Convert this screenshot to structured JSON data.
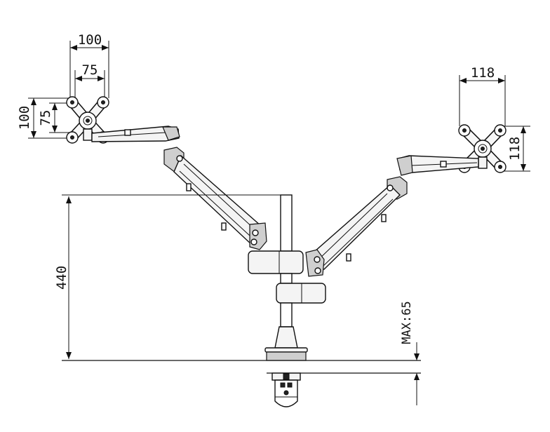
{
  "dimensions": {
    "left_vesa_width_outer": "100",
    "left_vesa_width_inner": "75",
    "left_vesa_height_outer": "100",
    "left_vesa_height_inner": "75",
    "right_vesa_width": "118",
    "right_vesa_height": "118",
    "pole_height": "440",
    "desk_clamp_max": "MAX:65"
  },
  "colors": {
    "line": "#111111",
    "background": "#ffffff"
  }
}
